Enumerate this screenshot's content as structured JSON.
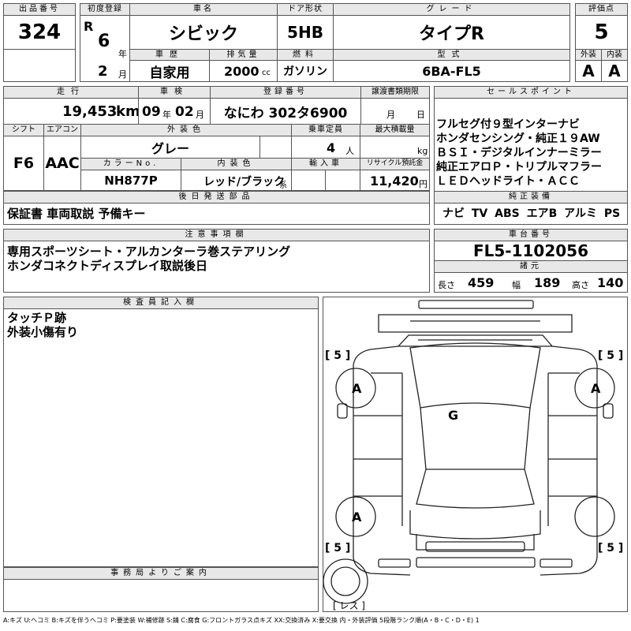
{
  "lot": {
    "label": "出品番号",
    "value": "324"
  },
  "first_reg": {
    "label": "初度登録",
    "era": "R",
    "year": "6",
    "year_unit": "年",
    "month": "2",
    "month_unit": "月"
  },
  "car_name": {
    "label": "車名",
    "value": "シビック"
  },
  "door": {
    "label": "ドア形状",
    "value": "5HB"
  },
  "grade": {
    "label": "グレード",
    "value": "タイプR"
  },
  "score": {
    "label": "評価点",
    "value": "5",
    "ext_label": "外装",
    "int_label": "内装",
    "ext": "A",
    "int": "A"
  },
  "history": {
    "label": "車歴",
    "value": "自家用"
  },
  "displacement": {
    "label": "排気量",
    "value": "2000",
    "unit": "cc"
  },
  "fuel": {
    "label": "燃料",
    "value": "ガソリン"
  },
  "model": {
    "label": "型式",
    "value": "6BA-FL5"
  },
  "mileage": {
    "label": "走行",
    "value": "19,453",
    "unit": "km"
  },
  "inspection": {
    "label": "車検",
    "year": "09",
    "year_unit": "年",
    "month": "02",
    "month_unit": "月"
  },
  "reg_no": {
    "label": "登録番号",
    "value": "なにわ 302タ6900"
  },
  "transfer": {
    "label": "譲渡書類期限",
    "month_unit": "月",
    "day_unit": "日"
  },
  "sales_points": {
    "label": "セールスポイント",
    "lines": [
      "フルセグ付９型インターナビ",
      "ホンダセンシング・純正１９AW",
      "ＢＳＩ・デジタルインナーミラー",
      "純正エアロＰ・トリプルマフラー",
      "ＬＥＤヘッドライト・ＡＣＣ"
    ]
  },
  "shift": {
    "label": "シフト",
    "value": "F6"
  },
  "aircon": {
    "label": "エアコン",
    "value": "AAC"
  },
  "ext_color": {
    "label": "外装色",
    "value": "グレー"
  },
  "capacity": {
    "label": "乗車定員",
    "value": "4",
    "unit": "人"
  },
  "max_load": {
    "label": "最大積載量",
    "unit": "kg"
  },
  "color_no": {
    "label": "カラーNo.",
    "value": "NH877P"
  },
  "int_color": {
    "label": "内装色",
    "value": "レッド/ブラック",
    "unit": "系"
  },
  "import": {
    "label": "輸入車"
  },
  "recycle": {
    "label": "リサイクル預託金",
    "value": "11,420",
    "unit": "円"
  },
  "later_parts": {
    "label": "後日発送部品",
    "value": "保証書 車両取説 予備キー"
  },
  "equipment": {
    "label": "純正装備",
    "value": "ナビ TV ABS エアB アルミ PS PW"
  },
  "notes": {
    "label": "注意事項欄",
    "lines": [
      "専用スポーツシート・アルカンターラ巻ステアリング",
      "ホンダコネクトディスプレイ取説後日"
    ]
  },
  "chassis": {
    "label": "車台番号",
    "value": "FL5-1102056"
  },
  "specs": {
    "label": "諸元",
    "length_label": "長さ",
    "length": "459",
    "width_label": "幅",
    "width": "189",
    "height_label": "高さ",
    "height": "140"
  },
  "inspector": {
    "label": "検査員記入欄",
    "lines": [
      "タッチＰ跡",
      "外装小傷有り"
    ]
  },
  "office": {
    "label": "事務局よりご案内"
  },
  "diagram": {
    "tire_tl": "[ 5 ]",
    "tire_tr": "[ 5 ]",
    "tire_bl": "[ 5 ]",
    "tire_br": "[ 5 ]",
    "mark_a": "A",
    "mark_g": "G",
    "spare": "[ レス ]"
  },
  "legend": "A:キズ U:ヘコミ B:キズを伴うヘコミ P:要塗装 W:補修跡 S:錆 C:腐食 G:フロントガラス点キズ XX:交換済み X:要交換 内・外装評価 5段階ランク順(A・B・C・D・E) 1"
}
